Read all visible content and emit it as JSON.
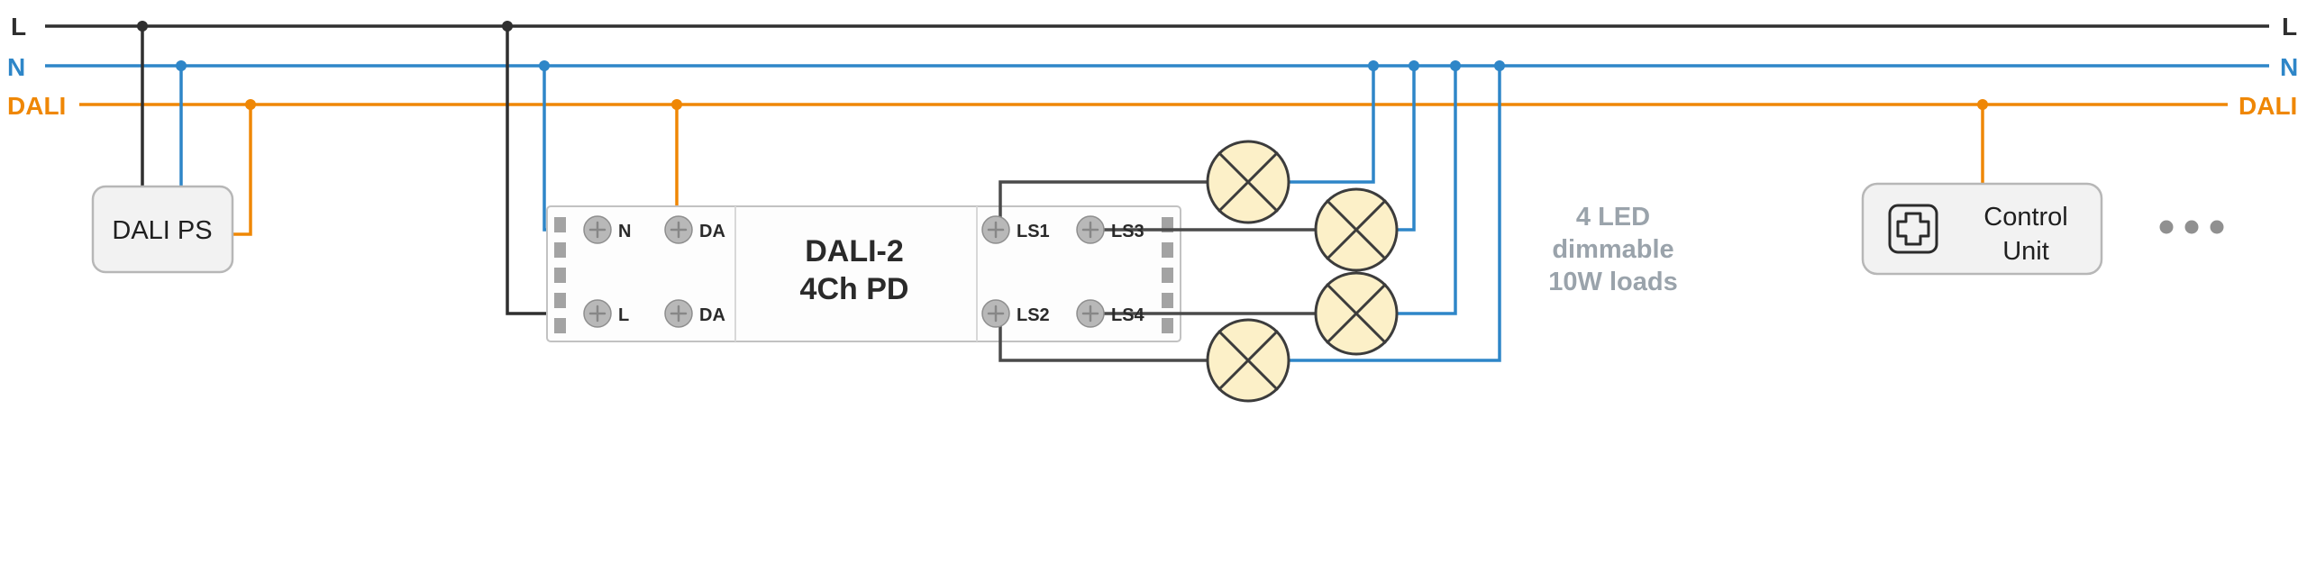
{
  "colors": {
    "wire_l": "#2f2f2f",
    "wire_n": "#2e86c8",
    "wire_dali": "#ef8705",
    "wire_load": "#4a4a4a",
    "lamp_fill": "#fcf0c8",
    "note": "#9aa3ab",
    "box_fill": "#f2f2f2",
    "box_stroke": "#b7b7b7"
  },
  "buses": {
    "l_left": "L",
    "l_right": "L",
    "n_left": "N",
    "n_right": "N",
    "dali_left": "DALI",
    "dali_right": "DALI"
  },
  "dali_ps": {
    "label": "DALI PS"
  },
  "dimmer": {
    "title_line1": "DALI-2",
    "title_line2": "4Ch PD",
    "terminal_n": "N",
    "terminal_l": "L",
    "terminal_da_top": "DA",
    "terminal_da_bottom": "DA",
    "terminal_ls1": "LS1",
    "terminal_ls2": "LS2",
    "terminal_ls3": "LS3",
    "terminal_ls4": "LS4"
  },
  "loads_note": {
    "line1": "4 LED",
    "line2": "dimmable",
    "line3": "10W loads"
  },
  "control_unit": {
    "line1": "Control",
    "line2": "Unit"
  }
}
